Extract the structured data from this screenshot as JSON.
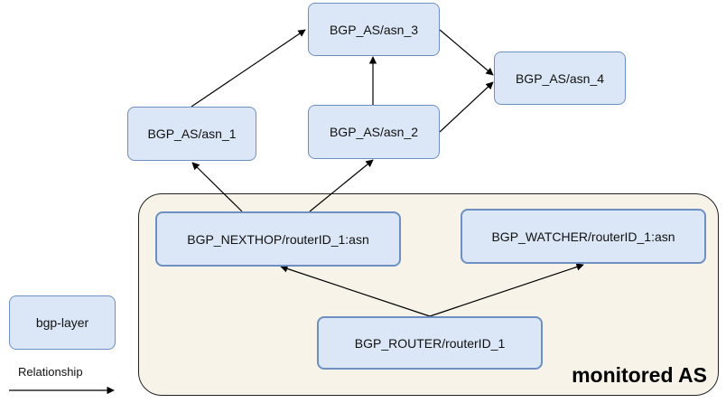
{
  "group": {
    "label": "monitored AS"
  },
  "nodes": {
    "asn3": "BGP_AS/asn_3",
    "asn4": "BGP_AS/asn_4",
    "asn1": "BGP_AS/asn_1",
    "asn2": "BGP_AS/asn_2",
    "nexthop": "BGP_NEXTHOP/routerID_1:asn",
    "watcher": "BGP_WATCHER/routerID_1:asn",
    "router": "BGP_ROUTER/routerID_1"
  },
  "legend": {
    "node_label": "bgp-layer",
    "edge_label": "Relationship"
  },
  "colors": {
    "node_fill": "#dbe6f6",
    "node_border": "#6d8fc2",
    "group_fill": "#f7f3e8"
  }
}
